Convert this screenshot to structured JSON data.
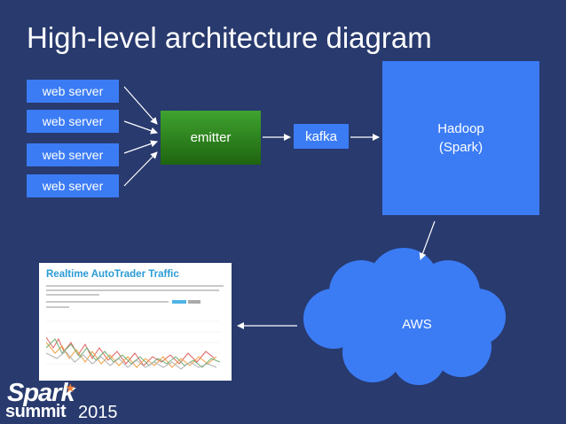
{
  "title": "High-level architecture diagram",
  "web_servers": [
    "web server",
    "web server",
    "web server",
    "web server"
  ],
  "emitter": "emitter",
  "kafka": "kafka",
  "hadoop": {
    "line1": "Hadoop",
    "line2": "(Spark)"
  },
  "aws": "AWS",
  "screenshot": {
    "title": "Realtime AutoTrader Traffic"
  },
  "logo": {
    "spark": "Spark",
    "summit": "summit",
    "year": "2015"
  },
  "colors": {
    "background": "#283a6e",
    "box_blue": "#3b7cf5",
    "emitter_green": "#2f8a1f",
    "cloud_blue": "#3b7cf5",
    "logo_accent": "#f0803c"
  }
}
